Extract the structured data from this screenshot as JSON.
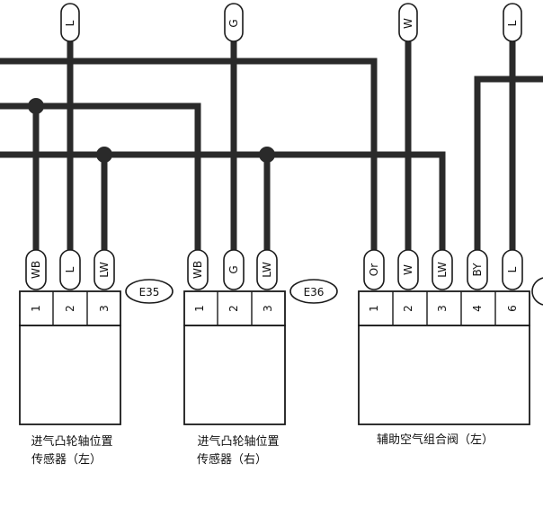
{
  "top_labels": [
    "L",
    "G",
    "W",
    "L"
  ],
  "connectors": [
    {
      "code": "E35",
      "pins": [
        "1",
        "2",
        "3"
      ],
      "wires": [
        "WB",
        "L",
        "LW"
      ]
    },
    {
      "code": "E36",
      "pins": [
        "1",
        "2",
        "3"
      ],
      "wires": [
        "WB",
        "G",
        "LW"
      ]
    },
    {
      "code": "",
      "pins": [
        "1",
        "2",
        "3",
        "4",
        "6"
      ],
      "wires": [
        "Or",
        "W",
        "LW",
        "BY",
        "L"
      ]
    }
  ],
  "components": [
    {
      "line1": "进气凸轮轴位置",
      "line2": "传感器（左）"
    },
    {
      "line1": "进气凸轮轴位置",
      "line2": "传感器（右）"
    },
    {
      "line1": "辅助空气组合阀（左）",
      "line2": ""
    }
  ],
  "colors": {
    "wire": "#2a2a2a",
    "outline": "#1a1a1a",
    "background": "#ffffff"
  }
}
